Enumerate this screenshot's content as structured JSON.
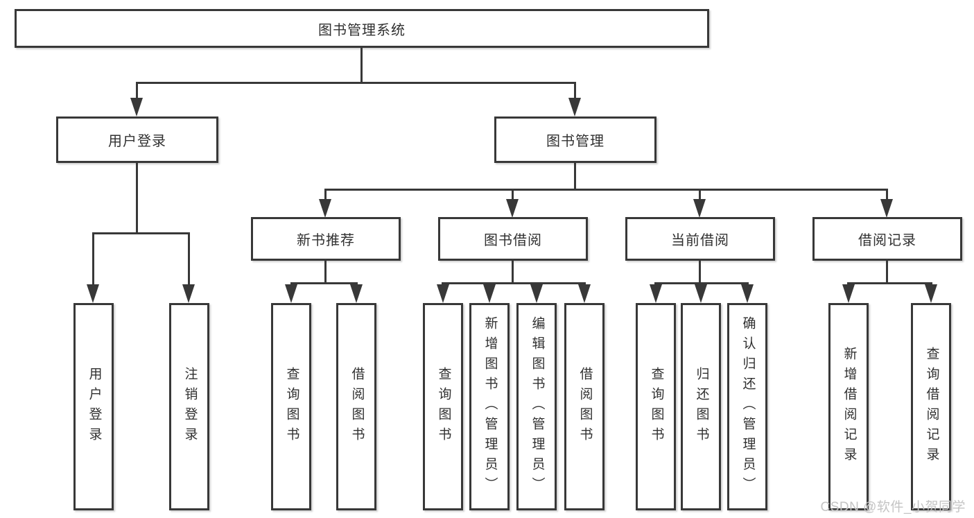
{
  "diagram": {
    "title": "图书管理系统",
    "tree": {
      "label": "图书管理系统",
      "children": [
        {
          "label": "用户登录",
          "children": [
            {
              "label": "用户登录"
            },
            {
              "label": "注销登录"
            }
          ]
        },
        {
          "label": "图书管理",
          "children": [
            {
              "label": "新书推荐",
              "children": [
                {
                  "label": "查询图书"
                },
                {
                  "label": "借阅图书"
                }
              ]
            },
            {
              "label": "图书借阅",
              "children": [
                {
                  "label": "查询图书"
                },
                {
                  "label": "新增图书（管理员）"
                },
                {
                  "label": "编辑图书（管理员）"
                },
                {
                  "label": "借阅图书"
                }
              ]
            },
            {
              "label": "当前借阅",
              "children": [
                {
                  "label": "查询图书"
                },
                {
                  "label": "归还图书"
                },
                {
                  "label": "确认归还（管理员）"
                }
              ]
            },
            {
              "label": "借阅记录",
              "children": [
                {
                  "label": "新增借阅记录"
                },
                {
                  "label": "查询借阅记录"
                }
              ]
            }
          ]
        }
      ]
    },
    "colors": {
      "line": "#383838",
      "text": "#303030",
      "background": "#ffffff",
      "watermark_text": "#c4c4c4"
    },
    "watermark": "CSDN @软件_小贺同学"
  }
}
